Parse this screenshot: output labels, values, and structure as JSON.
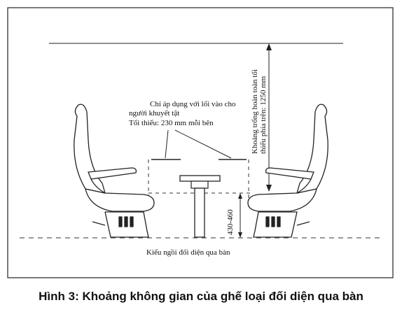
{
  "diagram": {
    "note_lines": [
      "Chỉ áp dụng với lối vào cho",
      "người khuyết tật",
      "Tối thiểu: 230 mm mỗi bên"
    ],
    "vertical_label_lines": [
      "Khoảng trống hoàn toàn tối",
      "thiểu phía trên: 1250 mm"
    ],
    "height_label": "430-460",
    "bottom_label": "Kiểu ngồi đối diện qua bàn"
  },
  "caption": "Hình 3: Khoảng không gian của ghế loại đối diện qua bàn"
}
